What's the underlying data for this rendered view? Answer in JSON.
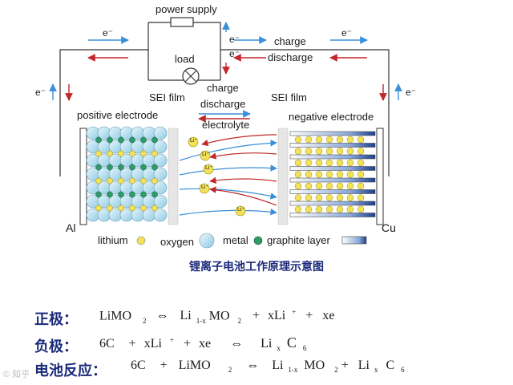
{
  "diagram": {
    "power_supply": "power supply",
    "load": "load",
    "electron": "e⁻",
    "charge": "charge",
    "discharge": "discharge",
    "sei_film_left": "SEI film",
    "sei_film_right": "SEI film",
    "positive_electrode": "positive electrode",
    "negative_electrode": "negative electrode",
    "electrolyte": "electrolyte",
    "al": "Al",
    "cu": "Cu",
    "li_ion": "Li⁺",
    "legend": {
      "lithium": "lithium",
      "oxygen": "oxygen",
      "metal": "metal",
      "graphite_layer": "graphite layer"
    },
    "colors": {
      "line": "#333333",
      "arrow_blue": "#3a8fd8",
      "arrow_red": "#c0282a",
      "lithium": "#f2e25a",
      "oxygen": "#a9dbef",
      "metal": "#2f9a6a",
      "caption": "#1b2a7a"
    }
  },
  "caption": "锂离子电池工作原理示意图",
  "equations": {
    "positive": {
      "label": "正极：",
      "lhs": "LiMO",
      "lhs_sub": "2",
      "arrow": "⇔",
      "p1": "Li",
      "p1_sub": "1-x",
      "p2": "MO",
      "p2_sub": "2",
      "plus1": "+",
      "p3": "xLi",
      "p3_sup": "+",
      "plus2": "+",
      "p4": "xe"
    },
    "negative": {
      "label": "负极：",
      "r1": "6C",
      "plus1": "+",
      "r2": "xLi",
      "r2_sup": "+",
      "plus2": "+",
      "r3": "xe",
      "arrow": "⇔",
      "p1": "Li",
      "p1_sub": "x",
      "p2": "C",
      "p2_sub": "6"
    },
    "overall": {
      "label": "电池反应：",
      "r1": "6C",
      "plus1": "+",
      "r2": "LiMO",
      "r2_sub": "2",
      "arrow": "⇔",
      "p1": "Li",
      "p1_sub": "1-x",
      "p2": "MO",
      "p2_sub": "2",
      "plus2": "+",
      "p3": "Li",
      "p3_sub": "x",
      "p4": "C",
      "p4_sub": "6"
    }
  },
  "watermark": "© 知乎"
}
